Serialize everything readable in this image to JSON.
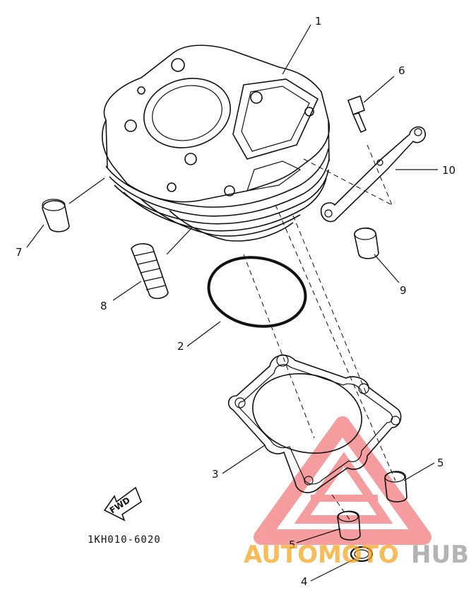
{
  "callouts": {
    "c1": "1",
    "c2": "2",
    "c3": "3",
    "c4": "4",
    "c5a": "5",
    "c5b": "5",
    "c6": "6",
    "c7": "7",
    "c8": "8",
    "c9": "9",
    "c10": "10"
  },
  "fwd_label": "FWD",
  "diagram_code": "1KH010-6020",
  "watermark": {
    "part1": "AUTOMOTO",
    "part2": "HUB",
    "color_orange": "#f5a623",
    "color_gray": "#9a9a9a",
    "logo_color": "#e8262b"
  }
}
